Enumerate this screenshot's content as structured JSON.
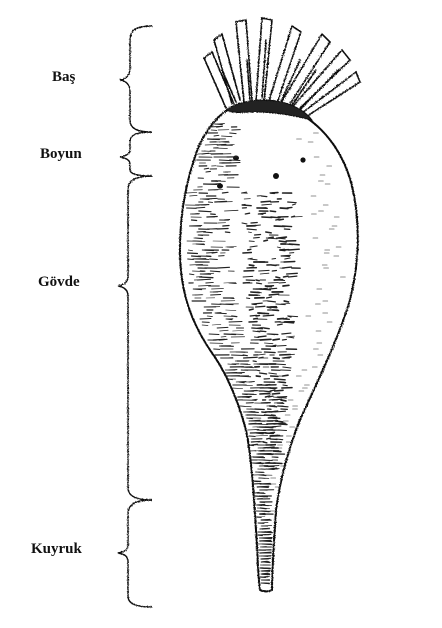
{
  "labels": {
    "head": "Baş",
    "neck": "Boyun",
    "body": "Gövde",
    "tail": "Kuyruk"
  },
  "colors": {
    "ink": "#111111",
    "background": "#ffffff"
  }
}
